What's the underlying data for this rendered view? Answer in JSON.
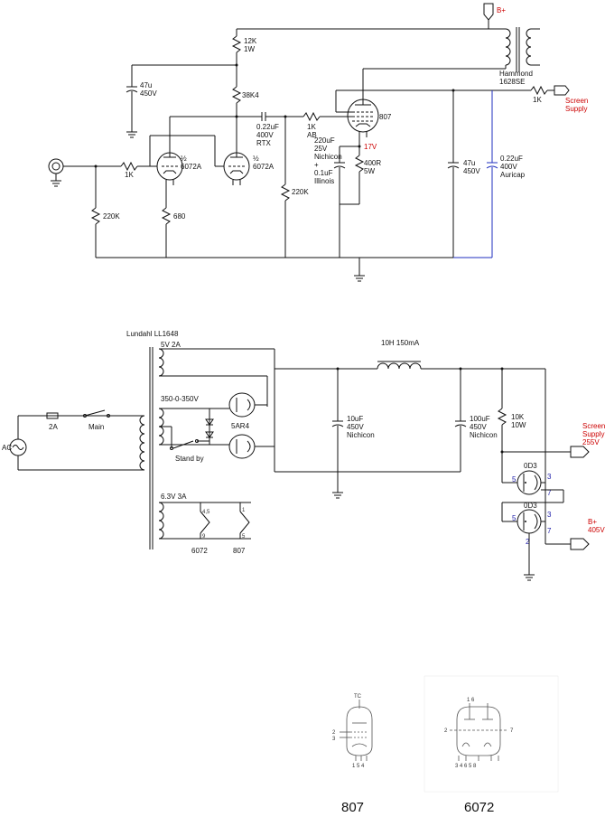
{
  "amp": {
    "bplus_top": "B+",
    "output_transformer": "Hammond\n1628SE",
    "r12k": "12K\n1W",
    "c47_top": "47u\n450V",
    "r38k4": "38K4",
    "cap_rtx": "0.22uF\n400V\nRTX",
    "r1k_ab": "1K\nAB",
    "v807": "807",
    "r1k_screen": "1K",
    "screen_flag": "Screen\nSupply",
    "cath_cap": "220uF\n25V\nNichicon\n+\n0.1uF\nIllinois",
    "v17": "17V",
    "r400": "400R\n5W",
    "c47_right": "47u\n450V",
    "c022_right": "0.22uF\n400V\nAuricap",
    "half_6072_a": "½\n6072A",
    "half_6072_b": "½\n6072A",
    "r1k_in": "1K",
    "r220k_in": "220K",
    "r680": "680",
    "r220k_grid": "220K"
  },
  "psu": {
    "transformer": "Lundahl LL1648",
    "w5v": "5V 2A",
    "w350": "350-0-350V",
    "fuse": "2A",
    "main_switch": "Main",
    "ac": "AC",
    "standby": "Stand by",
    "rect": "5AR4",
    "w63": "6.3V 3A",
    "fil_45": "4,5",
    "fil_9": "9",
    "fil_1": "1",
    "fil_5": "5",
    "fil_6072": "6072",
    "fil_807": "807",
    "choke": "10H 150mA",
    "c10": "10uF\n450V\nNichicon",
    "c100": "100uF\n450V\nNichicon",
    "r10k": "10K\n10W",
    "od3_top": "0D3",
    "od3_bot": "0D3",
    "pin5a": "5",
    "pin3a": "3",
    "pin7a": "7",
    "pin5b": "5",
    "pin3b": "3",
    "pin7b": "7",
    "pin2b": "2",
    "screen_flag": "Screen\nSupply\n255V",
    "bplus_flag": "B+\n405V"
  },
  "pinouts": {
    "tube807_tc": "TC",
    "tube807_pins_left": "2\n3",
    "tube807_pins_bottom": "1  5  4",
    "tube807_label": "807",
    "tube6072_top": "1       6",
    "tube6072_left": "2",
    "tube6072_right": "7",
    "tube6072_bottom": "3  4    6   5  8",
    "tube6072_label": "6072"
  },
  "colors": {
    "wire": "#111111",
    "blue_wire": "#1f2fbf",
    "red_text": "#cc0000",
    "blue_text": "#1c1ca8"
  }
}
